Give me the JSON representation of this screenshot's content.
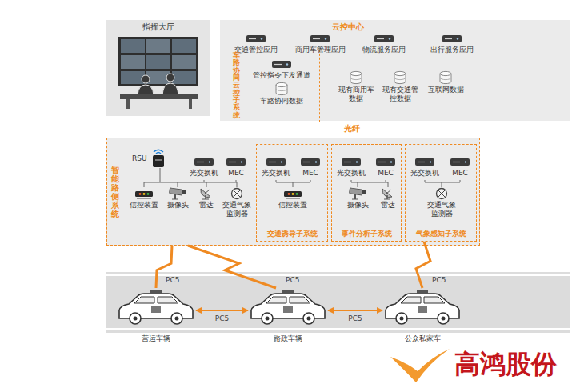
{
  "diagram": {
    "nodes": [
      {
        "text": [
          "指挥大厅"
        ]
      },
      {
        "text": [
          "云控中心"
        ]
      },
      {
        "text": [
          "交通管控应用"
        ],
        "in": 1
      },
      {
        "text": [
          "商用车管理应用"
        ],
        "in": 1
      },
      {
        "text": [
          "物流服务应用"
        ],
        "in": 1
      },
      {
        "text": [
          "出行服务应用"
        ],
        "in": 1
      },
      {
        "text": [
          "车路协同云控子系统"
        ],
        "in": 1
      },
      {
        "text": [
          "管控指令下发通道"
        ],
        "in": 6
      },
      {
        "text": [
          "车路协同数据"
        ],
        "in": 6
      },
      {
        "text": [
          "现有商用车数据"
        ],
        "in": 1
      },
      {
        "text": [
          "现有交通管控数据"
        ],
        "in": 1
      },
      {
        "text": [
          "互联网数据"
        ],
        "in": 1
      },
      {
        "text": [
          "智能路侧系统"
        ]
      },
      {
        "text": [
          "RSU"
        ],
        "in": 12
      },
      {
        "text": [
          "光交换机"
        ],
        "in": 12
      },
      {
        "text": [
          "MEC"
        ],
        "in": 12
      },
      {
        "text": [
          "信控装置"
        ],
        "in": 12
      },
      {
        "text": [
          "摄像头"
        ],
        "in": 12
      },
      {
        "text": [
          "雷达"
        ],
        "in": 12
      },
      {
        "text": [
          "交通气象监测器"
        ],
        "in": 12
      },
      {
        "text": [
          "交通诱导子系统"
        ],
        "in": 12
      },
      {
        "text": [
          "光交换机"
        ],
        "in": 20
      },
      {
        "text": [
          "MEC"
        ],
        "in": 20
      },
      {
        "text": [
          "信控装置"
        ],
        "in": 20
      },
      {
        "text": [
          "事件分析子系统"
        ],
        "in": 12
      },
      {
        "text": [
          "光交换机"
        ],
        "in": 24
      },
      {
        "text": [
          "MEC"
        ],
        "in": 24
      },
      {
        "text": [
          "摄像头"
        ],
        "in": 24
      },
      {
        "text": [
          "雷达"
        ],
        "in": 24
      },
      {
        "text": [
          "气象感知子系统"
        ],
        "in": 12
      },
      {
        "text": [
          "光交换机"
        ],
        "in": 29
      },
      {
        "text": [
          "MEC"
        ],
        "in": 29
      },
      {
        "text": [
          "交通气象监测器"
        ],
        "in": 29
      },
      {
        "text": [
          "营运车辆"
        ]
      },
      {
        "text": [
          "路政车辆"
        ]
      },
      {
        "text": [
          "公众私家车"
        ]
      }
    ],
    "edges": [
      {
        "from": 12,
        "to": 33,
        "label": "PC5",
        "arrow": "none"
      },
      {
        "from": 12,
        "to": 34,
        "label": "PC5",
        "arrow": "none"
      },
      {
        "from": 29,
        "to": 35,
        "label": "PC5",
        "arrow": "none"
      },
      {
        "from": 33,
        "to": 34,
        "label": "PC5",
        "arrow": "both"
      },
      {
        "from": 34,
        "to": 35,
        "label": "PC5",
        "arrow": "both"
      }
    ],
    "labels": [
      "光纤",
      "高鸿股份"
    ]
  }
}
